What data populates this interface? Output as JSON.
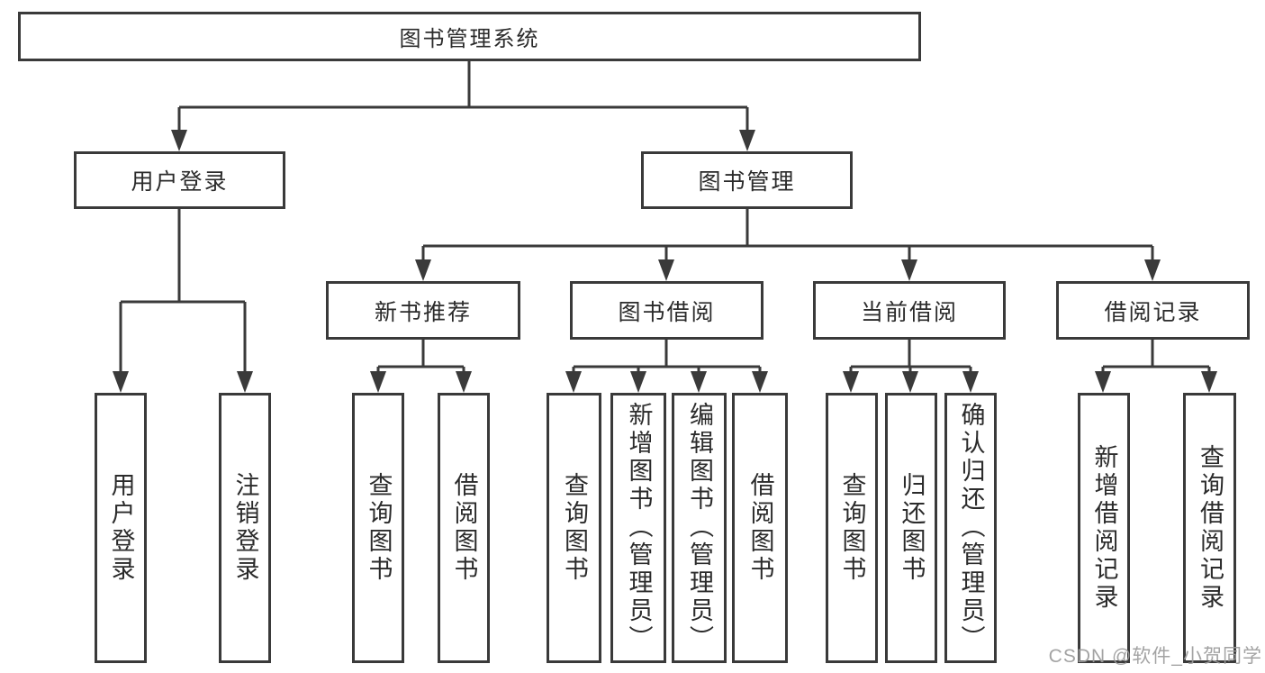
{
  "diagram": {
    "root": {
      "label": "图书管理系统"
    },
    "level2": [
      {
        "label": "用户登录"
      },
      {
        "label": "图书管理"
      }
    ],
    "level3": [
      {
        "label": "新书推荐"
      },
      {
        "label": "图书借阅"
      },
      {
        "label": "当前借阅"
      },
      {
        "label": "借阅记录"
      }
    ],
    "leaves": [
      {
        "label": "用户登录"
      },
      {
        "label": "注销登录"
      },
      {
        "label": "查询图书"
      },
      {
        "label": "借阅图书"
      },
      {
        "label": "查询图书"
      },
      {
        "label": "新增图书（管理员）"
      },
      {
        "label": "编辑图书（管理员）"
      },
      {
        "label": "借阅图书"
      },
      {
        "label": "查询图书"
      },
      {
        "label": "归还图书"
      },
      {
        "label": "确认归还（管理员）"
      },
      {
        "label": "新增借阅记录"
      },
      {
        "label": "查询借阅记录"
      }
    ],
    "watermark": {
      "label": "CSDN @软件_小贺同学"
    },
    "colors": {
      "line": "#3a3a3a",
      "text": "#2b2b2b",
      "watermark": "#9c9c9c",
      "background": "#ffffff"
    }
  }
}
